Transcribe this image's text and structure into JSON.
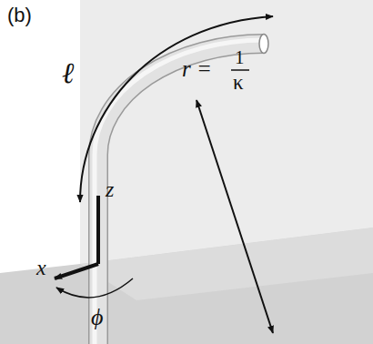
{
  "diagram": {
    "labels": [
      "(b)",
      "ℓ",
      "r =",
      "1",
      "κ",
      "x",
      "z",
      "ϕ"
    ]
  }
}
